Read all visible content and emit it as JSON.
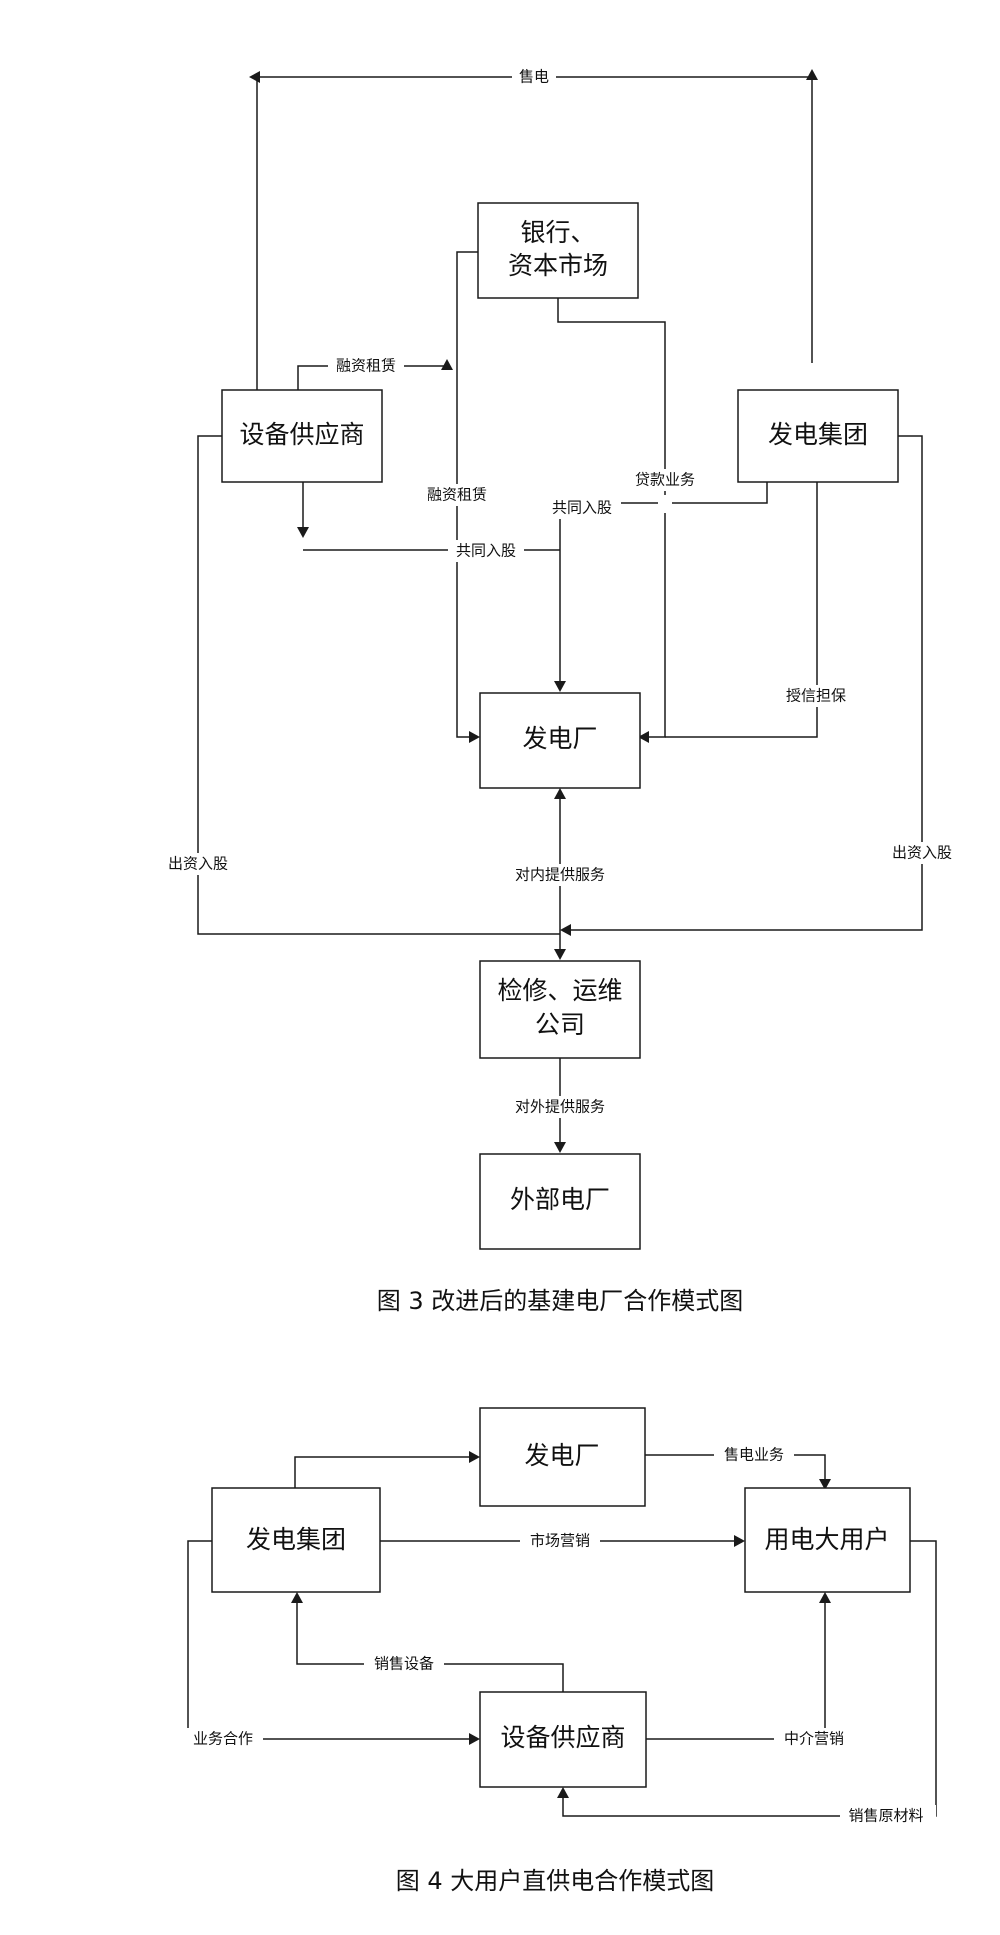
{
  "figure3": {
    "caption": "图 3  改进后的基建电厂合作模式图",
    "nodes": {
      "bank_line1": "银行、",
      "bank_line2": "资本市场",
      "supplier": "设备供应商",
      "group": "发电集团",
      "plant": "发电厂",
      "maint_line1": "检修、运维",
      "maint_line2": "公司",
      "external": "外部电厂"
    },
    "edges": {
      "sell_power": "售电",
      "finance_lease_top": "融资租赁",
      "finance_lease_mid": "融资租赁",
      "loan": "贷款业务",
      "joint_share_right": "共同入股",
      "joint_share_left": "共同入股",
      "credit_guarantee": "授信担保",
      "invest_left": "出资入股",
      "invest_right": "出资入股",
      "internal_service": "对内提供服务",
      "external_service": "对外提供服务"
    }
  },
  "figure4": {
    "caption": "图 4  大用户直供电合作模式图",
    "nodes": {
      "plant": "发电厂",
      "group": "发电集团",
      "user": "用电大用户",
      "supplier": "设备供应商"
    },
    "edges": {
      "sell_business": "售电业务",
      "marketing": "市场营销",
      "sell_equipment": "销售设备",
      "cooperation": "业务合作",
      "agency": "中介营销",
      "raw_materials": "销售原材料"
    }
  }
}
